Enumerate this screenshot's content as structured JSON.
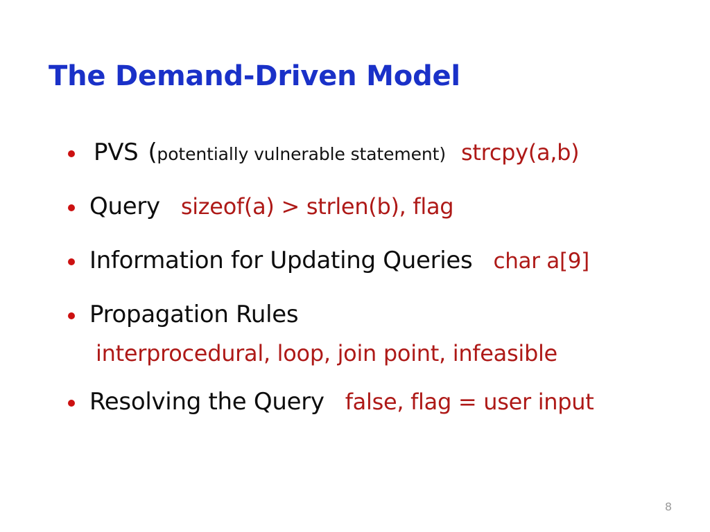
{
  "slide": {
    "title": "The Demand-Driven Model",
    "page_number": "8",
    "background_color": "#FFFFFF",
    "title_color": "#1A31C8",
    "body_text_color": "#0D0D0D",
    "accent_red": "#AE1917",
    "bullet_color": "#CC1111",
    "bullets": [
      {
        "label": "PVS",
        "paren_open": "(",
        "note": "potentially vulnerable statement)",
        "code": "strcpy(a,b)"
      },
      {
        "label": "Query",
        "code": "sizeof(a) > strlen(b), flag"
      },
      {
        "label": "Information for Updating Queries",
        "code": "char a[9]"
      },
      {
        "label": "Propagation Rules",
        "sub_line": "interprocedural, loop, join point, infeasible"
      },
      {
        "label": "Resolving the Query",
        "code": "false, flag = user input"
      }
    ]
  }
}
